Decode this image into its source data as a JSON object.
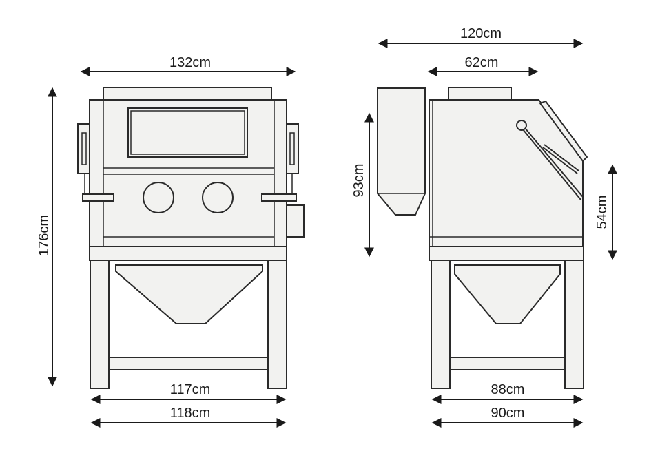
{
  "front_view": {
    "width_top": "132cm",
    "height_total": "176cm",
    "width_frame": "117cm",
    "width_legs": "118cm"
  },
  "side_view": {
    "depth_total": "120cm",
    "depth_top": "62cm",
    "hopper_height": "93cm",
    "window_height": "54cm",
    "depth_frame": "88cm",
    "depth_legs": "90cm"
  },
  "colors": {
    "line": "#2a2a2a",
    "fill": "#f2f2f0"
  }
}
